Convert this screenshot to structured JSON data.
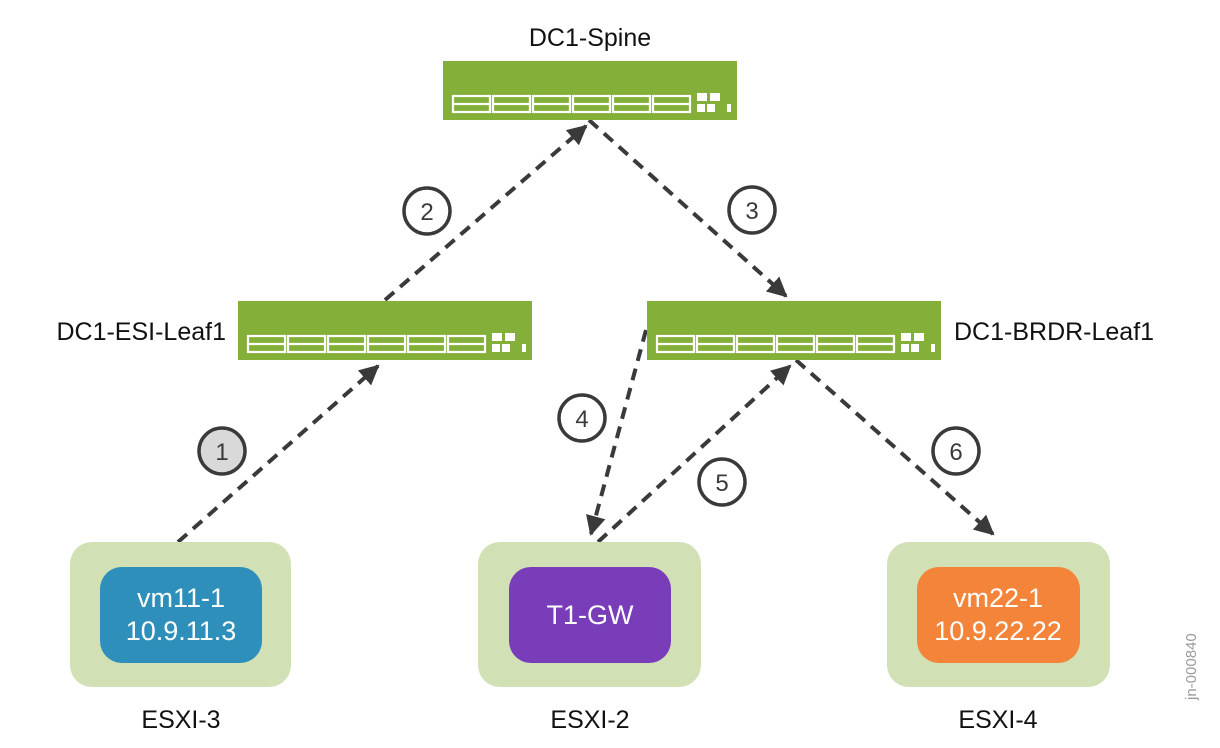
{
  "figure_id": "jn-000840",
  "colors": {
    "switch": "#84b03a",
    "host": "#d2e1b5",
    "arrow": "#3a3a3a",
    "step_circle_highlight": "#d9d9d9"
  },
  "switches": [
    {
      "id": "spine",
      "label": "DC1-Spine",
      "icon": "network-switch-icon"
    },
    {
      "id": "esi_leaf1",
      "label": "DC1-ESI-Leaf1",
      "icon": "network-switch-icon"
    },
    {
      "id": "brdr_leaf1",
      "label": "DC1-BRDR-Leaf1",
      "icon": "network-switch-icon"
    }
  ],
  "hosts": [
    {
      "id": "esxi3",
      "label": "ESXI-3",
      "vm": {
        "name": "vm11-1",
        "ip": "10.9.11.3",
        "color": "#2e8fba"
      }
    },
    {
      "id": "esxi2",
      "label": "ESXI-2",
      "vm": {
        "name": "T1-GW",
        "ip": "",
        "color": "#7a3dba"
      }
    },
    {
      "id": "esxi4",
      "label": "ESXI-4",
      "vm": {
        "name": "vm22-1",
        "ip": "10.9.22.22",
        "color": "#f4843a"
      }
    }
  ],
  "steps": [
    {
      "number": "1",
      "from": "esxi3",
      "to": "esi_leaf1",
      "highlighted": true
    },
    {
      "number": "2",
      "from": "esi_leaf1",
      "to": "spine",
      "highlighted": false
    },
    {
      "number": "3",
      "from": "spine",
      "to": "brdr_leaf1",
      "highlighted": false
    },
    {
      "number": "4",
      "from": "brdr_leaf1",
      "to": "esxi2",
      "highlighted": false
    },
    {
      "number": "5",
      "from": "esxi2",
      "to": "brdr_leaf1",
      "highlighted": false
    },
    {
      "number": "6",
      "from": "brdr_leaf1",
      "to": "esxi4",
      "highlighted": false
    }
  ]
}
